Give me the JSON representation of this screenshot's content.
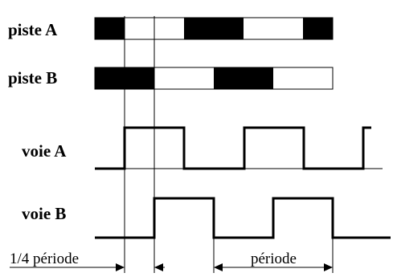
{
  "labels": {
    "track_a": "piste A",
    "track_b": "piste B",
    "channel_a": "voie A",
    "channel_b": "voie B",
    "quarter_period": "1/4 période",
    "period": "période"
  },
  "tracks": {
    "track_a": {
      "segments": [
        "black",
        "white",
        "white",
        "black",
        "black",
        "white",
        "white",
        "black"
      ]
    },
    "track_b": {
      "segments": [
        "black",
        "black",
        "white",
        "white",
        "black",
        "black",
        "white",
        "white"
      ]
    }
  },
  "colors": {
    "ink": "#000000",
    "paper": "#ffffff"
  }
}
